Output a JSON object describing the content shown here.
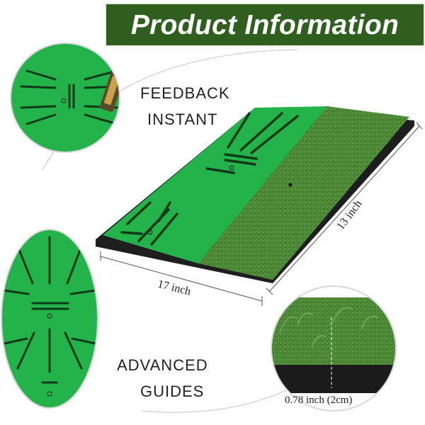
{
  "banner": {
    "title": "Product Information"
  },
  "callouts": {
    "feedback_line1": "FEEDBACK",
    "feedback_line2": "INSTANT",
    "guides_line1": "ADVANCED",
    "guides_line2": "GUIDES"
  },
  "dimensions": {
    "width_label": "17 inch",
    "length_label": "13 inch",
    "height_label": "0.78 inch (2cm)"
  },
  "colors": {
    "banner_bg": "#2f5e1f",
    "mat_green": "#23b34a",
    "turf_green": "#3f7a2a",
    "guide_line": "#0f3a17"
  }
}
